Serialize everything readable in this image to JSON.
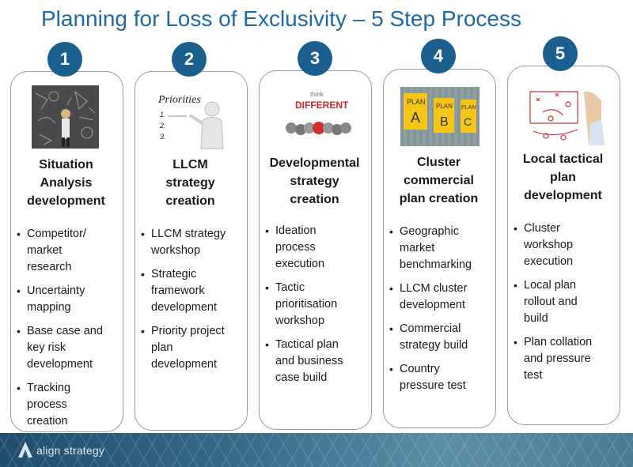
{
  "title": "Planning for Loss of Exclusivity – 5 Step Process",
  "steps": [
    {
      "number": "1",
      "heading": [
        "Situation",
        "Analysis",
        "development"
      ],
      "bullets": [
        [
          "Competitor/",
          "market",
          "research"
        ],
        [
          "Uncertainty",
          "mapping"
        ],
        [
          "Base case and",
          "key risk",
          "development"
        ],
        [
          "Tracking",
          "process",
          "creation"
        ]
      ]
    },
    {
      "number": "2",
      "heading": [
        "LLCM",
        "strategy",
        "creation"
      ],
      "image_text": "Priorities",
      "bullets": [
        [
          "LLCM strategy",
          "workshop"
        ],
        [
          "Strategic",
          "framework",
          "development"
        ],
        [
          "Priority project",
          "plan",
          "development"
        ]
      ]
    },
    {
      "number": "3",
      "heading": [
        "Developmental",
        "strategy",
        "creation"
      ],
      "image_text": [
        "think",
        "DIFFERENT"
      ],
      "bullets": [
        [
          "Ideation",
          "process",
          "execution"
        ],
        [
          "Tactic",
          "prioritisation",
          "workshop"
        ],
        [
          "Tactical plan",
          "and business",
          "case build"
        ]
      ]
    },
    {
      "number": "4",
      "heading": [
        "Cluster",
        "commercial",
        "plan creation"
      ],
      "image_text": [
        "PLAN",
        "A",
        "PLAN",
        "B",
        "PLAN",
        "C"
      ],
      "bullets": [
        [
          "Geographic",
          "market",
          "benchmarking"
        ],
        [
          "LLCM cluster",
          "development"
        ],
        [
          "Commercial",
          "strategy build"
        ],
        [
          "Country",
          "pressure test"
        ]
      ]
    },
    {
      "number": "5",
      "heading": [
        "Local tactical",
        "plan",
        "development"
      ],
      "bullets": [
        [
          "Cluster",
          "workshop",
          "execution"
        ],
        [
          "Local plan",
          "rollout and",
          "build"
        ],
        [
          "Plan collation",
          "and pressure",
          "test"
        ]
      ]
    }
  ],
  "footer": {
    "brand": "align strategy"
  },
  "colors": {
    "title": "#1f6aa5",
    "badge": "#1a5f8e",
    "card_border": "#9a9a9a"
  }
}
